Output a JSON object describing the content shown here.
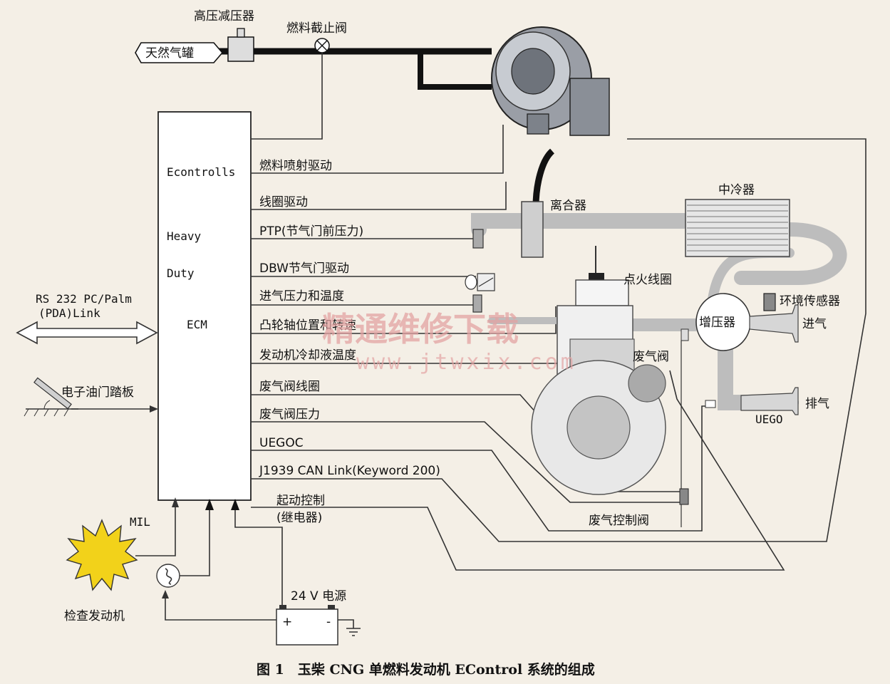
{
  "ecm": {
    "lines": [
      "Econtrolls",
      "Heavy",
      "Duty",
      "ECM"
    ]
  },
  "top": {
    "tank": "天然气罐",
    "regulator": "高压减压器",
    "shutoff": "燃料截止阀"
  },
  "signals": [
    "燃料喷射驱动",
    "线圈驱动",
    "PTP(节气门前压力)",
    "DBW节气门驱动",
    "进气压力和温度",
    "凸轮轴位置和转速",
    "发动机冷却液温度",
    "废气阀线圈",
    "废气阀压力",
    "UEGOC",
    "J1939 CAN Link(Keyword 200)"
  ],
  "left": {
    "rs232_line1": "RS 232 PC/Palm",
    "rs232_line2": "(PDA)Link",
    "pedal": "电子油门踏板",
    "mil": "MIL",
    "check_engine": "检查发动机"
  },
  "bottom": {
    "start_control_line1": "起动控制",
    "start_control_line2": "(继电器)",
    "power": "24 V 电源",
    "battery_plus": "+",
    "battery_minus": "-"
  },
  "engine": {
    "clutch": "离合器",
    "intercooler": "中冷器",
    "ignition_coil": "点火线圈",
    "ambient_sensor": "环境传感器",
    "turbo": "增压器",
    "intake": "进气",
    "wastegate": "废气阀",
    "exhaust": "排气",
    "uego": "UEGO",
    "wastegate_control": "废气控制阀"
  },
  "watermark": {
    "cn": "精通维修下载",
    "url": "www.jtwxix.com"
  },
  "caption": "图 1　玉柴 CNG 单燃料发动机 EControl 系统的组成",
  "colors": {
    "background": "#f4efe6",
    "sun": "#f2d21a",
    "duct": "#bdbdbd",
    "watermark": "#e3a3a3"
  }
}
